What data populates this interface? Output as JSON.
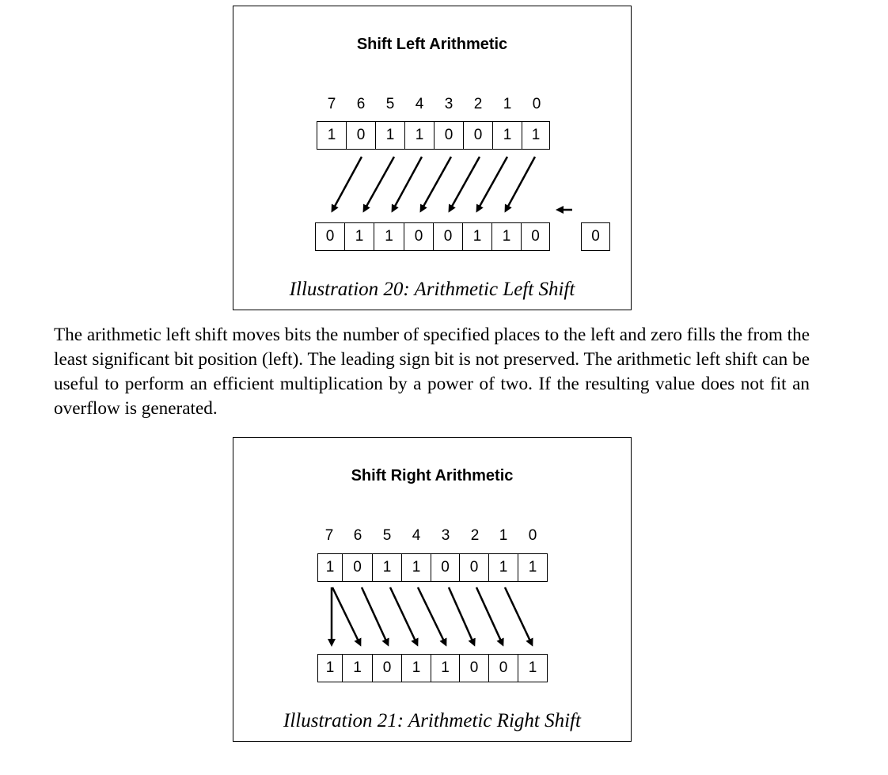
{
  "figure1": {
    "title": "Shift Left Arithmetic",
    "bit_positions": [
      "7",
      "6",
      "5",
      "4",
      "3",
      "2",
      "1",
      "0"
    ],
    "before": [
      "1",
      "0",
      "1",
      "1",
      "0",
      "0",
      "1",
      "1"
    ],
    "after": [
      "0",
      "1",
      "1",
      "0",
      "0",
      "1",
      "1",
      "0"
    ],
    "fill_bit": "0",
    "caption": "Illustration 20: Arithmetic Left Shift"
  },
  "paragraph": "The arithmetic left shift moves bits the number of specified places to the left and zero fills the from the least significant bit position (left).  The leading sign bit is not preserved.  The arithmetic left shift can be useful to perform an efficient multiplication by a power of two.  If the resulting value does not fit an overflow is generated.",
  "figure2": {
    "title": "Shift Right Arithmetic",
    "bit_positions": [
      "7",
      "6",
      "5",
      "4",
      "3",
      "2",
      "1",
      "0"
    ],
    "before": [
      "1",
      "0",
      "1",
      "1",
      "0",
      "0",
      "1",
      "1"
    ],
    "after": [
      "1",
      "1",
      "0",
      "1",
      "1",
      "0",
      "0",
      "1"
    ],
    "caption": "Illustration 21: Arithmetic Right Shift"
  }
}
